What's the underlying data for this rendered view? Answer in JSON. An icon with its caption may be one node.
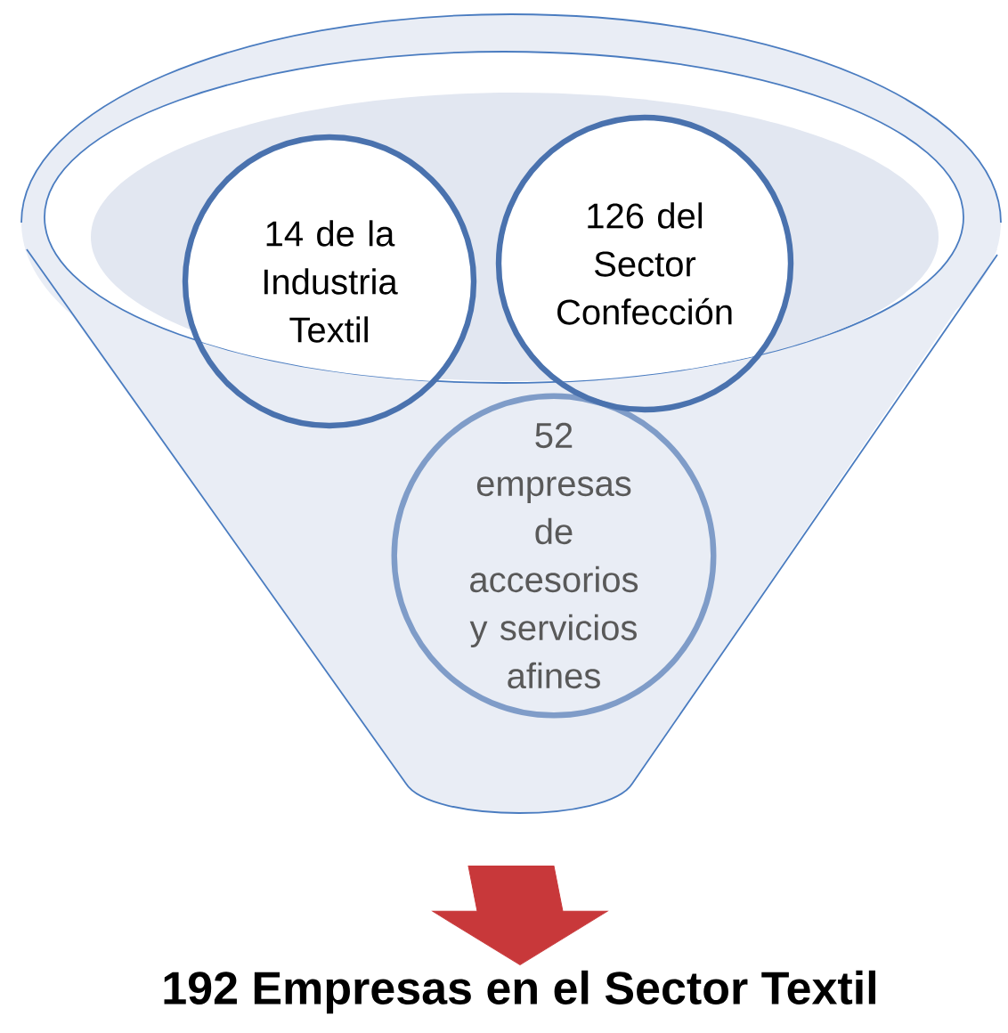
{
  "diagram": {
    "nodes": [
      {
        "text": [],
        "shape": "funnel"
      },
      {
        "text": [
          "14 de la Industria Textil"
        ]
      },
      {
        "text": [
          "126 del Sector Confección"
        ]
      },
      {
        "text": [
          "52 empresas de accesorios y servicios afines"
        ],
        "in": 0
      },
      {
        "text": [
          "192 Empresas en el Sector Textil"
        ]
      }
    ],
    "edges": [
      {
        "from": 0,
        "to": 4,
        "arrow": "to"
      }
    ]
  }
}
